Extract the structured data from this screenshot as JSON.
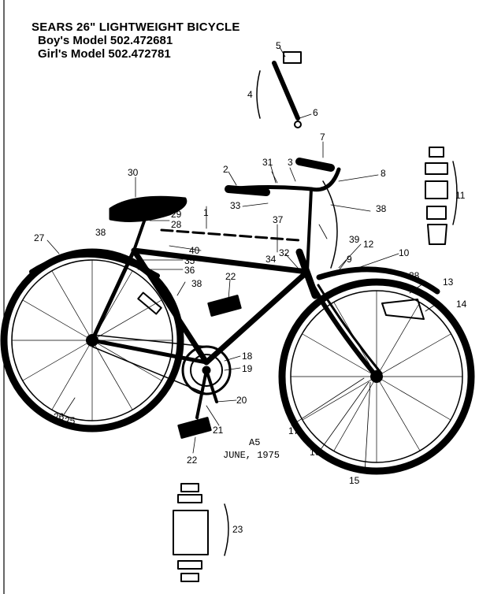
{
  "header": {
    "title": "SEARS 26\" LIGHTWEIGHT BICYCLE",
    "boys_model": "Boy's Model 502.472681",
    "girls_model": "Girl's Model 502.472781"
  },
  "stamp": {
    "code": "A5",
    "date": "JUNE, 1975"
  },
  "callouts": [
    {
      "id": "c1",
      "label": "1"
    },
    {
      "id": "c2",
      "label": "2"
    },
    {
      "id": "c3",
      "label": "3"
    },
    {
      "id": "c4",
      "label": "4"
    },
    {
      "id": "c5",
      "label": "5"
    },
    {
      "id": "c6",
      "label": "6"
    },
    {
      "id": "c7",
      "label": "7"
    },
    {
      "id": "c8",
      "label": "8"
    },
    {
      "id": "c9",
      "label": "9"
    },
    {
      "id": "c10",
      "label": "10"
    },
    {
      "id": "c11",
      "label": "11"
    },
    {
      "id": "c12",
      "label": "12"
    },
    {
      "id": "c13",
      "label": "13"
    },
    {
      "id": "c14",
      "label": "14"
    },
    {
      "id": "c15",
      "label": "15"
    },
    {
      "id": "c16",
      "label": "16"
    },
    {
      "id": "c17",
      "label": "17"
    },
    {
      "id": "c18",
      "label": "18"
    },
    {
      "id": "c19",
      "label": "19"
    },
    {
      "id": "c20",
      "label": "20"
    },
    {
      "id": "c21",
      "label": "21"
    },
    {
      "id": "c22a",
      "label": "22"
    },
    {
      "id": "c22b",
      "label": "22"
    },
    {
      "id": "c23",
      "label": "23"
    },
    {
      "id": "c24",
      "label": "24"
    },
    {
      "id": "c25",
      "label": "25"
    },
    {
      "id": "c26",
      "label": "26"
    },
    {
      "id": "c27",
      "label": "27"
    },
    {
      "id": "c28",
      "label": "28"
    },
    {
      "id": "c29",
      "label": "29"
    },
    {
      "id": "c30",
      "label": "30"
    },
    {
      "id": "c31",
      "label": "31"
    },
    {
      "id": "c32",
      "label": "32"
    },
    {
      "id": "c33",
      "label": "33"
    },
    {
      "id": "c34",
      "label": "34"
    },
    {
      "id": "c35",
      "label": "35"
    },
    {
      "id": "c36",
      "label": "36"
    },
    {
      "id": "c37",
      "label": "37"
    },
    {
      "id": "c38a",
      "label": "38"
    },
    {
      "id": "c38b",
      "label": "38"
    },
    {
      "id": "c38c",
      "label": "38"
    },
    {
      "id": "c38d",
      "label": "38"
    },
    {
      "id": "c39",
      "label": "39"
    },
    {
      "id": "c40",
      "label": "40"
    }
  ]
}
